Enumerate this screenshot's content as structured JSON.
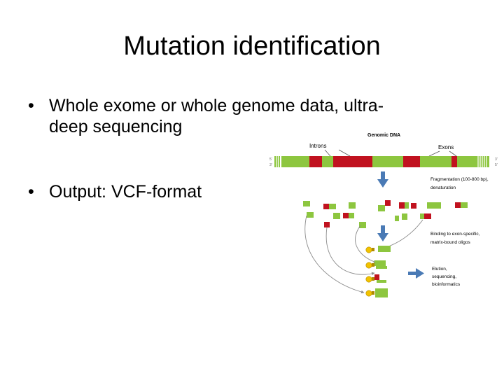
{
  "slide": {
    "title": "Mutation identification",
    "bullets": [
      {
        "marker": "•",
        "text": "Whole exome or whole genome data, ultra-deep sequencing"
      },
      {
        "marker": "•",
        "text": "Output: VCF-format"
      }
    ]
  },
  "figure": {
    "title": "Genomic DNA",
    "introns_label": "Introns",
    "exons_label": "Exons",
    "strand_left_top": "5'",
    "strand_left_bottom": "3'",
    "strand_right_top": "3'",
    "strand_right_bottom": "5'",
    "steps": [
      {
        "line1": "Fragmentation (100-800 bp),",
        "line2": "denaturation"
      },
      {
        "line1": "Binding to exon-specific,",
        "line2": "matrix-bound oligos"
      },
      {
        "line1": "Elution,",
        "line2": "sequencing,",
        "line3": "bioinformatics"
      }
    ],
    "colors": {
      "exon_green": "#8dc63f",
      "intron_red": "#c1121f",
      "arrow_blue": "#4a7ab5",
      "bead_yellow": "#f2c200",
      "connector_grey": "#8a8a8a"
    }
  }
}
